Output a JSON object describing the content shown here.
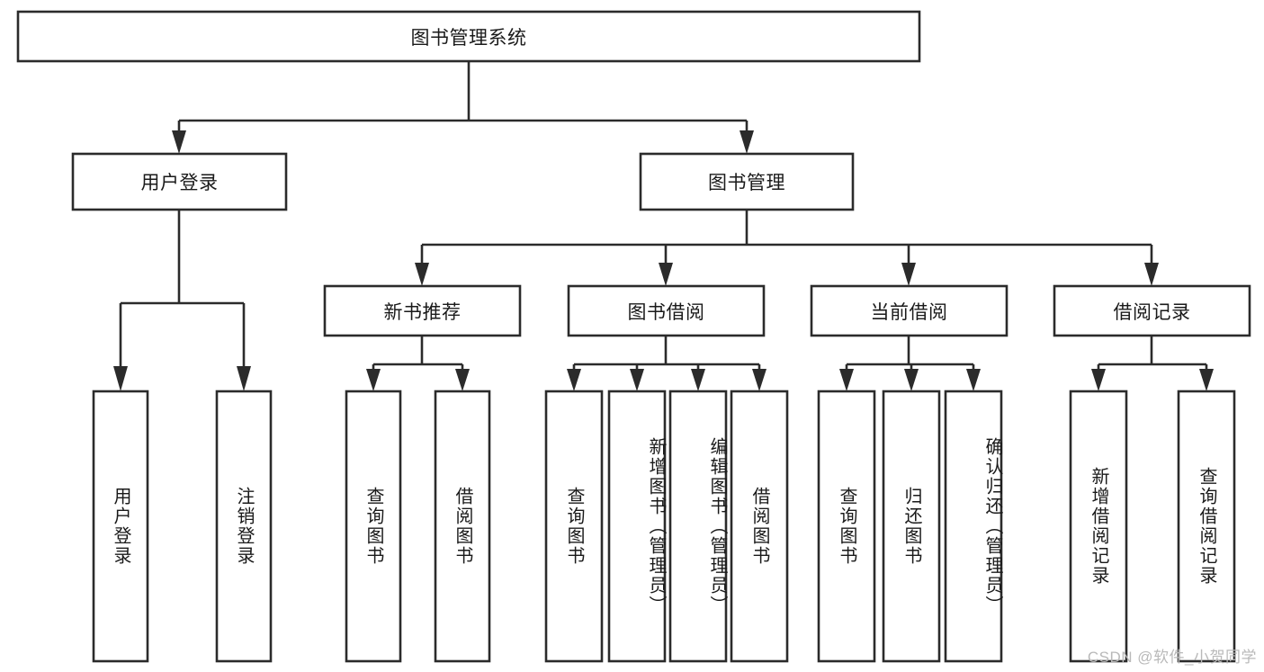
{
  "diagram": {
    "title": "图书管理系统",
    "type": "tree-hierarchy-chart",
    "colors": {
      "stroke": "#2b2b2b",
      "fill": "#ffffff",
      "text": "#1a1a1a",
      "watermark": "#b9b9b9"
    },
    "root": {
      "id": "root",
      "label": "图书管理系统",
      "orientation": "horizontal"
    },
    "level2": [
      {
        "id": "user-login",
        "label": "用户登录",
        "orientation": "horizontal"
      },
      {
        "id": "book-management",
        "label": "图书管理",
        "orientation": "horizontal"
      }
    ],
    "level3": [
      {
        "id": "new-book-recommend",
        "label": "新书推荐",
        "orientation": "horizontal"
      },
      {
        "id": "book-borrow",
        "label": "图书借阅",
        "orientation": "horizontal"
      },
      {
        "id": "current-borrow",
        "label": "当前借阅",
        "orientation": "horizontal"
      },
      {
        "id": "borrow-record",
        "label": "借阅记录",
        "orientation": "horizontal"
      }
    ],
    "leaves": {
      "user-login": [
        {
          "id": "leaf-user-login",
          "label": "用户登录",
          "orientation": "vertical"
        },
        {
          "id": "leaf-logout-login",
          "label": "注销登录",
          "orientation": "vertical"
        }
      ],
      "new-book-recommend": [
        {
          "id": "leaf-query-book-1",
          "label": "查询图书",
          "orientation": "vertical"
        },
        {
          "id": "leaf-borrow-book-1",
          "label": "借阅图书",
          "orientation": "vertical"
        }
      ],
      "book-borrow": [
        {
          "id": "leaf-query-book-2",
          "label": "查询图书",
          "orientation": "vertical"
        },
        {
          "id": "leaf-add-book",
          "label": "新增图书（管理员）",
          "orientation": "vertical"
        },
        {
          "id": "leaf-edit-book",
          "label": "编辑图书（管理员）",
          "orientation": "vertical"
        },
        {
          "id": "leaf-borrow-book-2",
          "label": "借阅图书",
          "orientation": "vertical"
        }
      ],
      "current-borrow": [
        {
          "id": "leaf-query-book-3",
          "label": "查询图书",
          "orientation": "vertical"
        },
        {
          "id": "leaf-return-book",
          "label": "归还图书",
          "orientation": "vertical"
        },
        {
          "id": "leaf-confirm-return",
          "label": "确认归还（管理员）",
          "orientation": "vertical"
        }
      ],
      "borrow-record": [
        {
          "id": "leaf-add-record",
          "label": "新增借阅记录",
          "orientation": "vertical"
        },
        {
          "id": "leaf-query-record",
          "label": "查询借阅记录",
          "orientation": "vertical"
        }
      ]
    }
  },
  "watermark": {
    "text": "CSDN @软件_小贺同学"
  }
}
